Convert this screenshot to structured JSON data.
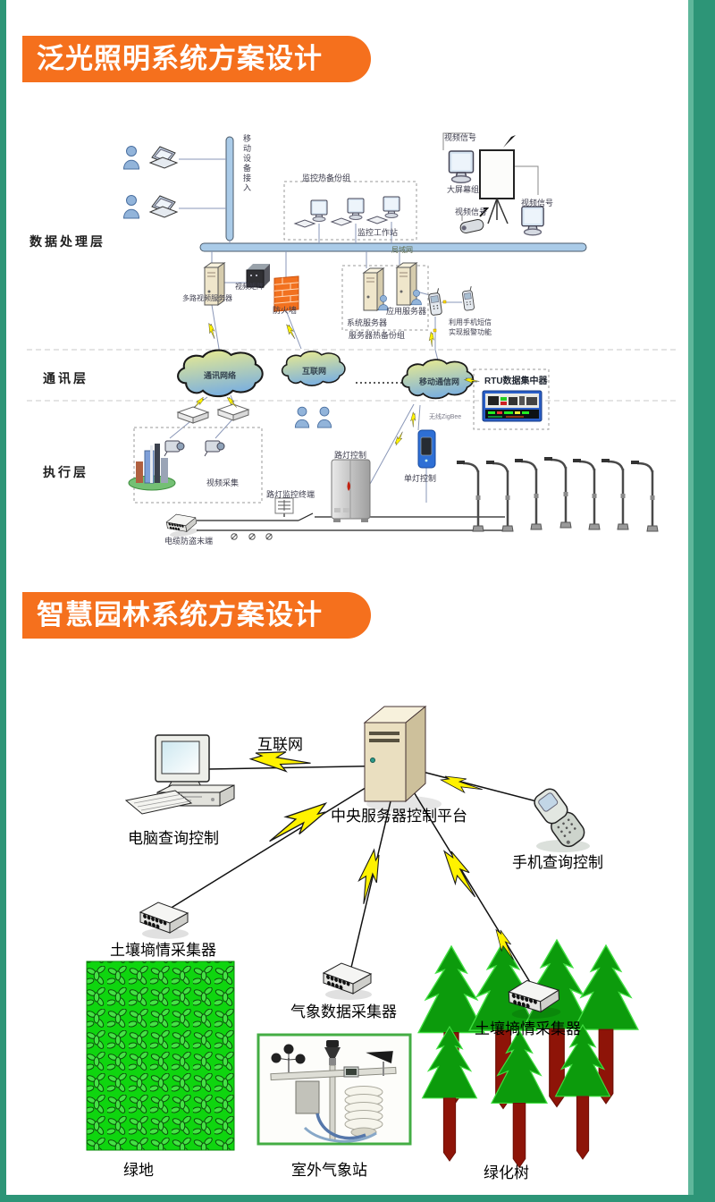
{
  "page": {
    "frame_color": "#2D9577",
    "banner_color": "#F5701D"
  },
  "section1": {
    "title": "泛光照明系统方案设计",
    "layer_labels": {
      "data": "数据处理层",
      "comm": "通讯层",
      "exec": "执行层"
    },
    "labels": {
      "mobile_access": "移动设备接入",
      "monitor_backup_group": "监控热备份组",
      "monitor_workstation": "监控工作站",
      "video_signal_1": "视频信号",
      "video_signal_2": "视频信号",
      "video_signal_3": "视频信号",
      "big_screen_group": "大屏幕组",
      "lan": "局域网",
      "multi_video_server": "多路视频服务器",
      "video_matrix": "视频矩阵",
      "firewall": "防火墙",
      "system_server": "系统服务器",
      "app_server": "应用服务器",
      "server_hot_backup": "服务器热备份组",
      "sms_line1": "利用手机短信",
      "sms_line2": "实现报警功能",
      "comm_network_cloud": "通讯网络",
      "internet_cloud": "互联网",
      "mobile_network_cloud": "移动通信网",
      "rtu": "RTU数据集中器",
      "zigbee": "无线ZigBee",
      "video_capture": "视频采集",
      "lamp_monitor_terminal": "路灯监控终端",
      "lamp_control": "路灯控制",
      "single_lamp_control": "单灯控制",
      "cable_antitheft": "电缆防盗末端"
    }
  },
  "section2": {
    "title": "智慧园林系统方案设计",
    "labels": {
      "internet": "互联网",
      "pc_control": "电脑查询控制",
      "central_server": "中央服务器控制平台",
      "phone_control": "手机查询控制",
      "soil_collector_1": "土壤墒情采集器",
      "weather_collector": "气象数据采集器",
      "soil_collector_2": "土壤墒情采集器",
      "green_land": "绿地",
      "weather_station": "室外气象站",
      "green_trees": "绿化树"
    }
  }
}
